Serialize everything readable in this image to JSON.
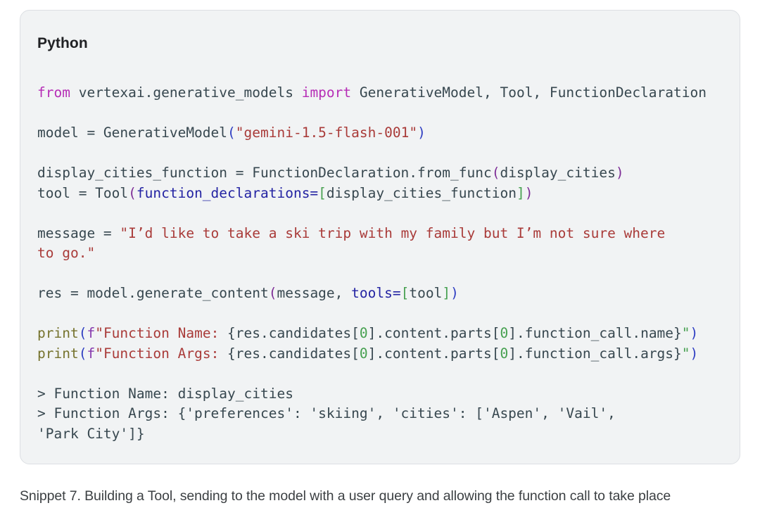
{
  "card": {
    "language_label": "Python"
  },
  "code": {
    "lines": [
      [
        {
          "t": "from",
          "c": "kw"
        },
        {
          "t": " vertexai.generative_models ",
          "c": "pl"
        },
        {
          "t": "import",
          "c": "kw"
        },
        {
          "t": " GenerativeModel, Tool, FunctionDeclaration",
          "c": "pl"
        }
      ],
      [],
      [
        {
          "t": "model = GenerativeModel",
          "c": "pl"
        },
        {
          "t": "(",
          "c": "pb"
        },
        {
          "t": "\"gemini-1.5-flash-001\"",
          "c": "str"
        },
        {
          "t": ")",
          "c": "pb"
        }
      ],
      [],
      [
        {
          "t": "display_cities_function = FunctionDeclaration.from_func",
          "c": "pl"
        },
        {
          "t": "(",
          "c": "pp"
        },
        {
          "t": "display_cities",
          "c": "pl"
        },
        {
          "t": ")",
          "c": "pp"
        }
      ],
      [
        {
          "t": "tool = Tool",
          "c": "pl"
        },
        {
          "t": "(",
          "c": "pp"
        },
        {
          "t": "function_declarations=",
          "c": "param"
        },
        {
          "t": "[",
          "c": "grn"
        },
        {
          "t": "display_cities_function",
          "c": "pl"
        },
        {
          "t": "]",
          "c": "grn"
        },
        {
          "t": ")",
          "c": "pp"
        }
      ],
      [],
      [
        {
          "t": "message = ",
          "c": "pl"
        },
        {
          "t": "\"I’d like to take a ski trip with my family but I’m not sure where",
          "c": "str"
        }
      ],
      [
        {
          "t": "to go.\"",
          "c": "str"
        }
      ],
      [],
      [
        {
          "t": "res = model.generate_content",
          "c": "pl"
        },
        {
          "t": "(",
          "c": "pp"
        },
        {
          "t": "message, ",
          "c": "pl"
        },
        {
          "t": "tools=",
          "c": "param"
        },
        {
          "t": "[",
          "c": "grn"
        },
        {
          "t": "tool",
          "c": "pl"
        },
        {
          "t": "]",
          "c": "grn"
        },
        {
          "t": ")",
          "c": "pb"
        }
      ],
      [],
      [
        {
          "t": "print",
          "c": "fn"
        },
        {
          "t": "(",
          "c": "pb"
        },
        {
          "t": "f",
          "c": "fpfx"
        },
        {
          "t": "\"Function Name: ",
          "c": "str"
        },
        {
          "t": "{res.candidates[",
          "c": "pl"
        },
        {
          "t": "0",
          "c": "num"
        },
        {
          "t": "].content.parts[",
          "c": "pl"
        },
        {
          "t": "0",
          "c": "num"
        },
        {
          "t": "].function_call.name}",
          "c": "pl"
        },
        {
          "t": "\"",
          "c": "grn"
        },
        {
          "t": ")",
          "c": "pb"
        }
      ],
      [
        {
          "t": "print",
          "c": "fn"
        },
        {
          "t": "(",
          "c": "pb"
        },
        {
          "t": "f",
          "c": "fpfx"
        },
        {
          "t": "\"Function Args: ",
          "c": "str"
        },
        {
          "t": "{res.candidates[",
          "c": "pl"
        },
        {
          "t": "0",
          "c": "num"
        },
        {
          "t": "].content.parts[",
          "c": "pl"
        },
        {
          "t": "0",
          "c": "num"
        },
        {
          "t": "].function_call.args}",
          "c": "pl"
        },
        {
          "t": "\"",
          "c": "grn"
        },
        {
          "t": ")",
          "c": "pb"
        }
      ],
      [],
      [
        {
          "t": "> Function Name: display_cities",
          "c": "pl"
        }
      ],
      [
        {
          "t": "> Function Args: {'preferences': 'skiing', 'cities': ['Aspen', 'Vail',",
          "c": "pl"
        }
      ],
      [
        {
          "t": "'Park City']}",
          "c": "pl"
        }
      ]
    ]
  },
  "caption": "Snippet 7. Building a Tool, sending to the model with a user query and allowing the function call to take place",
  "colors": {
    "plain": "#37474f",
    "keyword": "#b62eb6",
    "string": "#a93b39",
    "param": "#2424a3",
    "func": "#76732e",
    "fprefix": "#8639ad",
    "number": "#46a050",
    "bracket": "#46a050",
    "parenBlue": "#2f3ec2",
    "parenPurple": "#7d2d96",
    "cardBackground": "#f1f3f4",
    "cardBorder": "#dcdfe3",
    "headingText": "#202124",
    "captionText": "#3c4043"
  }
}
